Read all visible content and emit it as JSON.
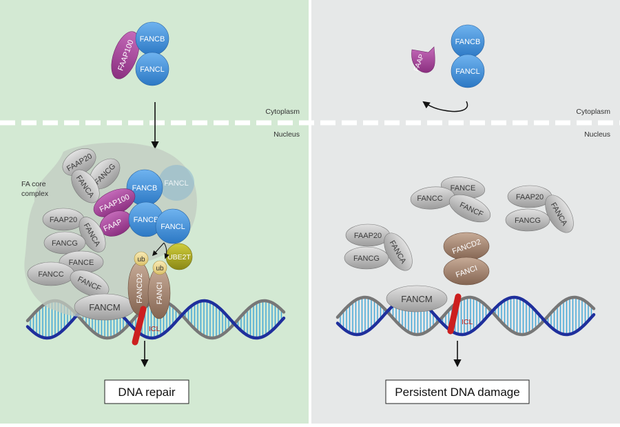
{
  "left_panel": {
    "cytoplasm_label": "Cytoplasm",
    "nucleus_label": "Nucleus",
    "core_complex_label_line1": "FA core",
    "core_complex_label_line2": "complex",
    "result_label": "DNA repair",
    "icl_label": "ICL",
    "cytoplasm_proteins": {
      "faap100": "FAAP100",
      "fancb": "FANCB",
      "fancl": "FANCL"
    },
    "core": {
      "faap20_top": "FAAP20",
      "fancg_top": "FANCG",
      "fanca_top": "FANCA",
      "fancb_top": "FANCB",
      "fancl_faded": "FANCL",
      "faap100": "FAAP100",
      "faap_lower": "FAAP",
      "fancb_lower": "FANCB",
      "fancl_lower": "FANCL",
      "faap20_mid": "FAAP20",
      "fanca_mid": "FANCA",
      "fancg_mid": "FANCG",
      "fance": "FANCE",
      "fancc": "FANCC",
      "fancf": "FANCF",
      "fancm": "FANCM",
      "ube2t": "UBE2T",
      "ub1": "ub",
      "ub2": "ub",
      "fancd2": "FANCD2",
      "fanci": "FANCI"
    },
    "background_color": "#d3e9d3"
  },
  "right_panel": {
    "cytoplasm_label": "Cytoplasm",
    "nucleus_label": "Nucleus",
    "result_label": "Persistent DNA damage",
    "icl_label": "ICL",
    "cytoplasm_proteins": {
      "faap": "FAAP",
      "fancb": "FANCB",
      "fancl": "FANCL"
    },
    "proteins": {
      "fance": "FANCE",
      "fancc": "FANCC",
      "fancf": "FANCF",
      "faap20_a": "FAAP20",
      "fanca_a": "FANCA",
      "fancg_a": "FANCG",
      "faap20_b": "FAAP20",
      "fanca_b": "FANCA",
      "fancg_b": "FANCG",
      "fancd2": "FANCD2",
      "fanci": "FANCI",
      "fancm": "FANCM"
    },
    "background_color": "#e6e8e8"
  },
  "colors": {
    "blue_protein": "#3e8fd9",
    "magenta_protein": "#a8489d",
    "gray_protein": "#b5b5b5",
    "brown_protein": "#9a7d6a",
    "olive_protein": "#a7a51d",
    "ub_yellow": "#f1dc8f",
    "icl_red": "#cc1f1f",
    "dna_blue": "#1f2f9c",
    "dna_gray": "#777777",
    "dna_rungs": "#3aa3d6"
  }
}
